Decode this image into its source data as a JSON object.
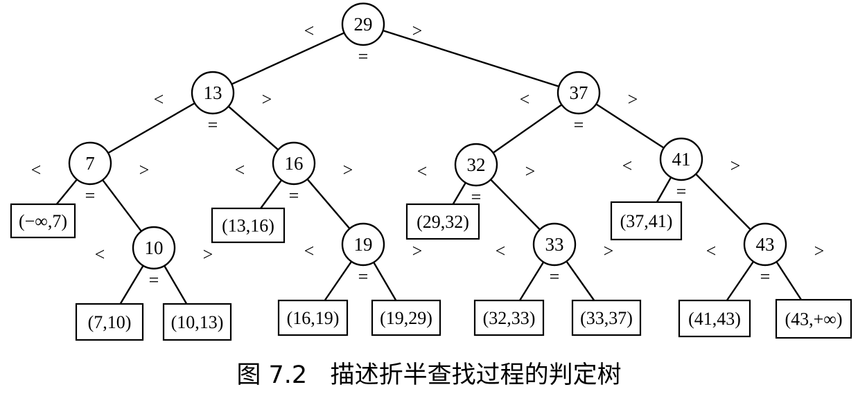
{
  "caption": "图 7.2   描述折半查找过程的判定树",
  "relations": {
    "less": "<",
    "equal": "=",
    "greater": ">"
  },
  "tree": {
    "nodes": [
      {
        "id": "n29",
        "label": "29"
      },
      {
        "id": "n13",
        "label": "13"
      },
      {
        "id": "n37",
        "label": "37"
      },
      {
        "id": "n7",
        "label": "7"
      },
      {
        "id": "n16",
        "label": "16"
      },
      {
        "id": "n32",
        "label": "32"
      },
      {
        "id": "n41",
        "label": "41"
      },
      {
        "id": "n10",
        "label": "10"
      },
      {
        "id": "n19",
        "label": "19"
      },
      {
        "id": "n33",
        "label": "33"
      },
      {
        "id": "n43",
        "label": "43"
      }
    ],
    "leaves": [
      {
        "id": "l0",
        "label": "(−∞,7)"
      },
      {
        "id": "l1",
        "label": "(7,10)"
      },
      {
        "id": "l2",
        "label": "(10,13)"
      },
      {
        "id": "l3",
        "label": "(13,16)"
      },
      {
        "id": "l4",
        "label": "(16,19)"
      },
      {
        "id": "l5",
        "label": "(19,29)"
      },
      {
        "id": "l6",
        "label": "(29,32)"
      },
      {
        "id": "l7",
        "label": "(32,33)"
      },
      {
        "id": "l8",
        "label": "(33,37)"
      },
      {
        "id": "l9",
        "label": "(37,41)"
      },
      {
        "id": "l10",
        "label": "(41,43)"
      },
      {
        "id": "l11",
        "label": "(43,+∞)"
      }
    ],
    "edges": [
      {
        "from": "n29",
        "to": "n13"
      },
      {
        "from": "n29",
        "to": "n37"
      },
      {
        "from": "n13",
        "to": "n7"
      },
      {
        "from": "n13",
        "to": "n16"
      },
      {
        "from": "n37",
        "to": "n32"
      },
      {
        "from": "n37",
        "to": "n41"
      },
      {
        "from": "n7",
        "to": "l0"
      },
      {
        "from": "n7",
        "to": "n10"
      },
      {
        "from": "n10",
        "to": "l1"
      },
      {
        "from": "n10",
        "to": "l2"
      },
      {
        "from": "n16",
        "to": "l3"
      },
      {
        "from": "n16",
        "to": "n19"
      },
      {
        "from": "n19",
        "to": "l4"
      },
      {
        "from": "n19",
        "to": "l5"
      },
      {
        "from": "n32",
        "to": "l6"
      },
      {
        "from": "n32",
        "to": "n33"
      },
      {
        "from": "n33",
        "to": "l7"
      },
      {
        "from": "n33",
        "to": "l8"
      },
      {
        "from": "n41",
        "to": "l9"
      },
      {
        "from": "n41",
        "to": "n43"
      },
      {
        "from": "n43",
        "to": "l10"
      },
      {
        "from": "n43",
        "to": "l11"
      }
    ]
  }
}
